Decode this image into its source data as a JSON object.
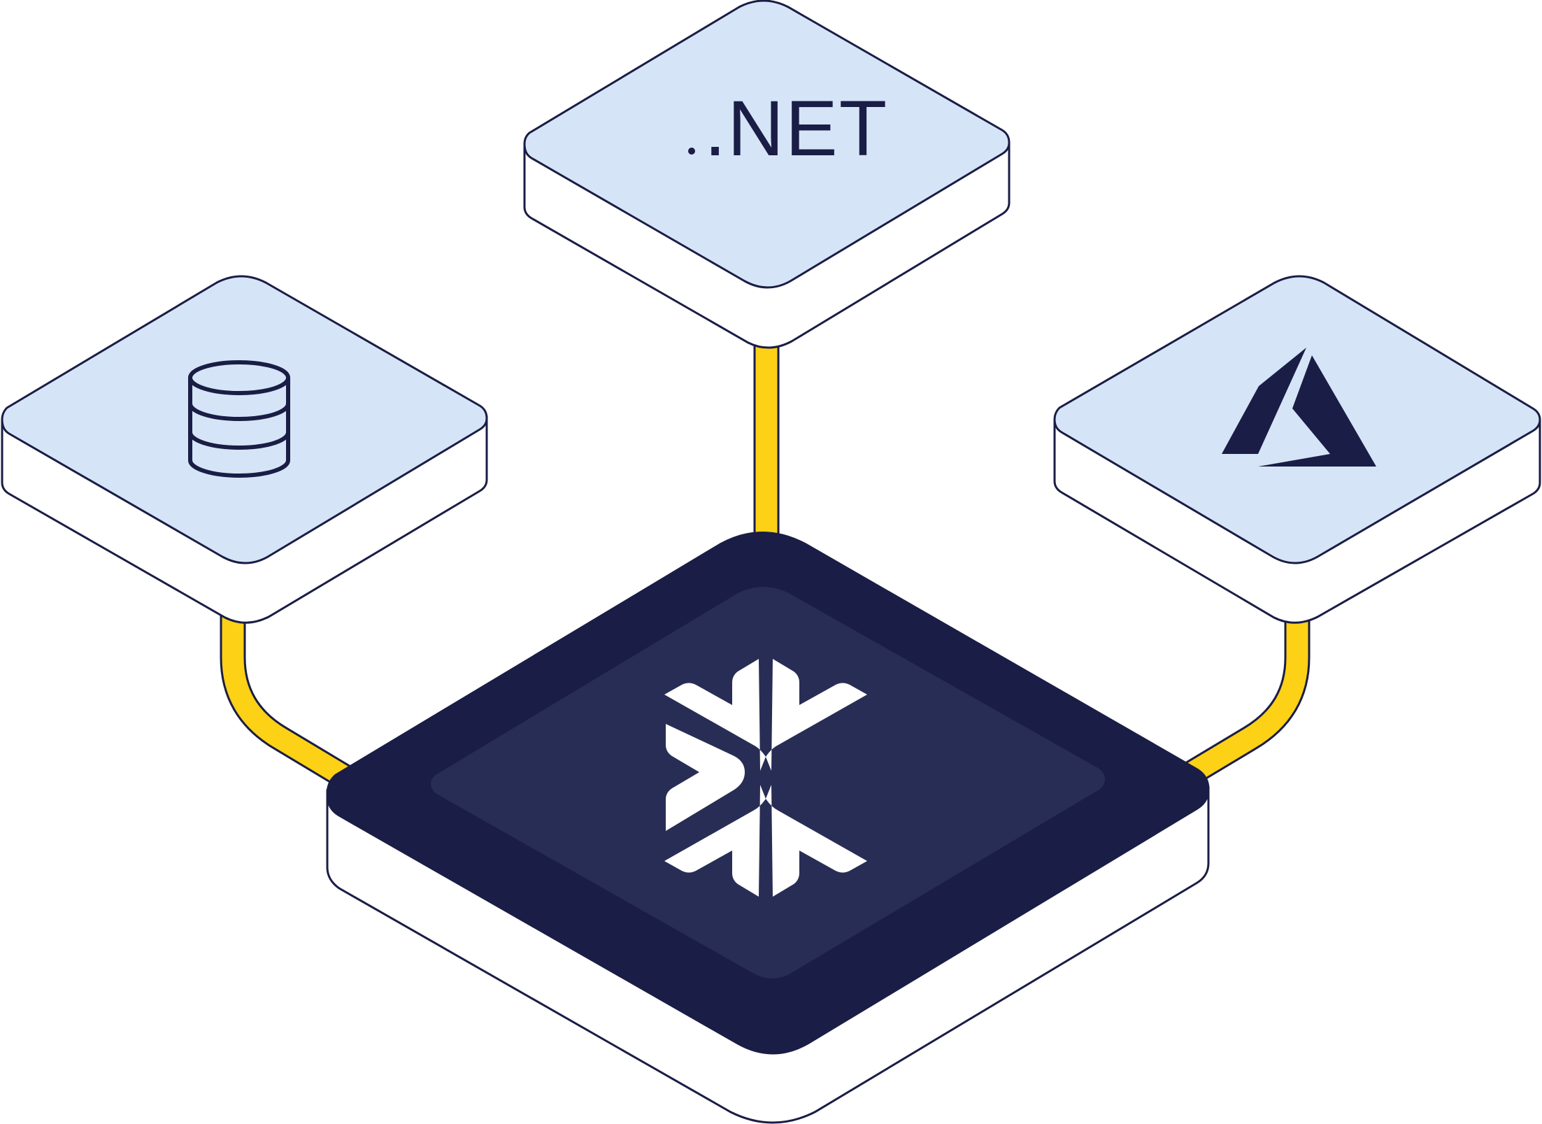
{
  "diagram": {
    "center_node": {
      "icon": "snowflake-logo-icon",
      "surface_color": "#1a1d45",
      "inner_color": "#282d55"
    },
    "nodes": [
      {
        "id": "database",
        "icon": "database-icon",
        "label": ""
      },
      {
        "id": "dotnet",
        "icon": "dotnet-logo-icon",
        "label": ".NET"
      },
      {
        "id": "azure",
        "icon": "azure-logo-icon",
        "label": ""
      }
    ],
    "colors": {
      "platform_top": "#d5e5f7",
      "outline": "#1a1d45",
      "connector": "#fcd116",
      "side": "#ffffff"
    }
  }
}
